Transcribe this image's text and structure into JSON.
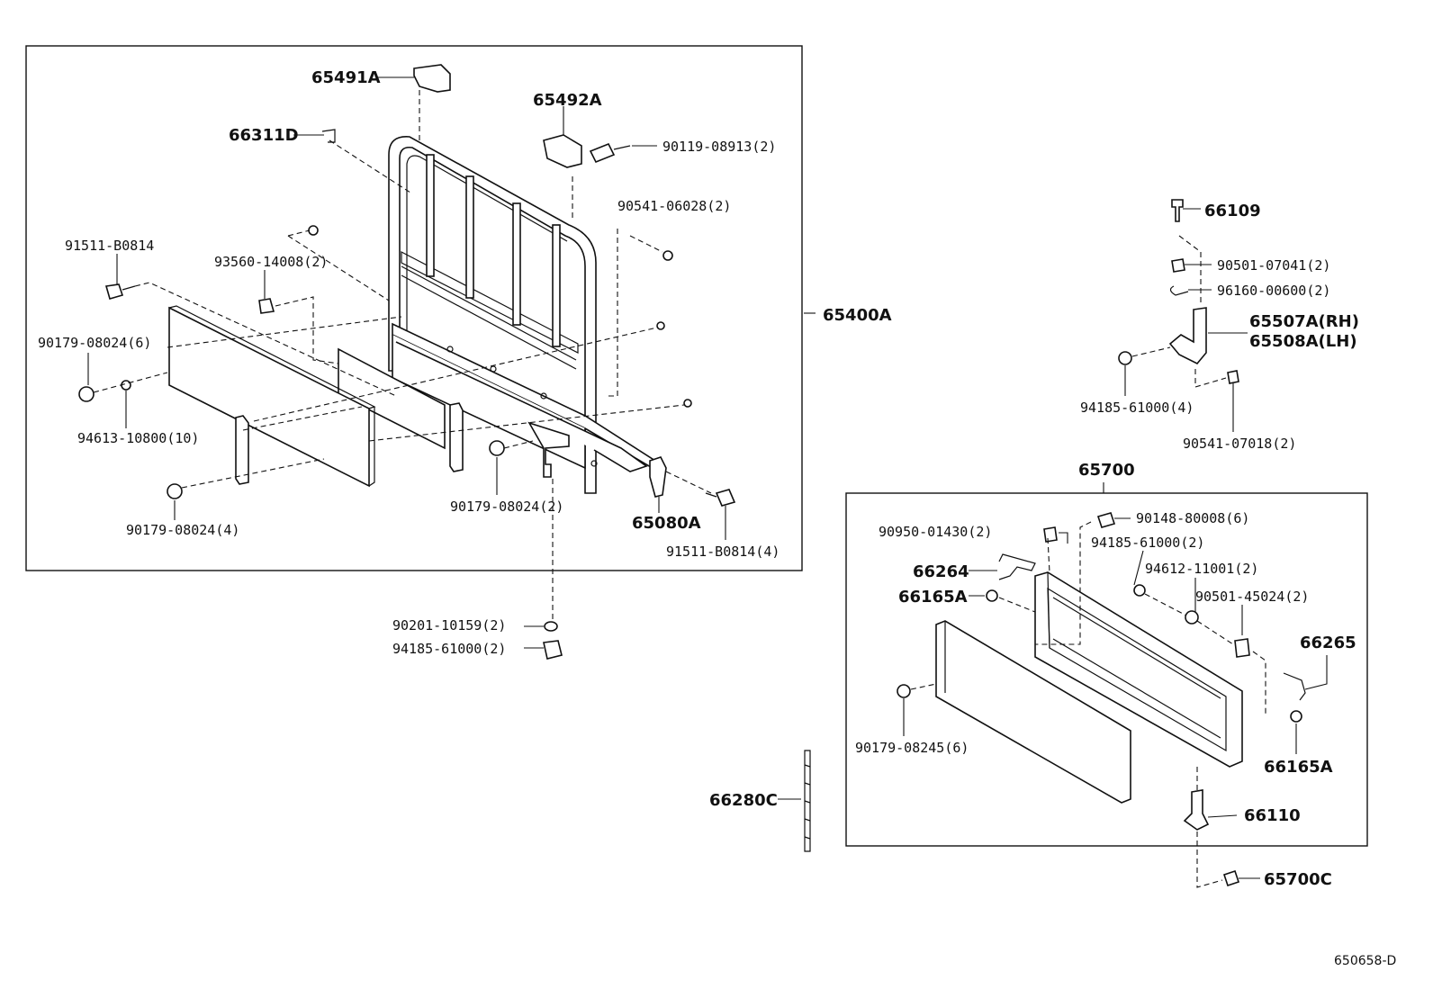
{
  "labels": {
    "p65491A": "65491A",
    "p65492A": "65492A",
    "p66311D": "66311D",
    "p90119_08913": "90119-08913(2)",
    "p90541_06028": "90541-06028(2)",
    "p91511_B0814": "91511-B0814",
    "p93560_14008": "93560-14008(2)",
    "p90179_08024_6": "90179-08024(6)",
    "p94613_10800": "94613-10800(10)",
    "p90179_08024_4": "90179-08024(4)",
    "p90179_08024_2": "90179-08024(2)",
    "p65080A": "65080A",
    "p91511_B0814_4": "91511-B0814(4)",
    "p65400A": "65400A",
    "p90201_10159": "90201-10159(2)",
    "p94185_61000_2a": "94185-61000(2)",
    "p66109": "66109",
    "p90501_07041": "90501-07041(2)",
    "p96160_00600": "96160-00600(2)",
    "p65507A": "65507A(RH)",
    "p65508A": "65508A(LH)",
    "p94185_61000_4": "94185-61000(4)",
    "p90541_07018": "90541-07018(2)",
    "p65700": "65700",
    "p90950_01430": "90950-01430(2)",
    "p90148_80008": "90148-80008(6)",
    "p94185_61000_2b": "94185-61000(2)",
    "p66264": "66264",
    "p94612_11001": "94612-11001(2)",
    "p66165A_a": "66165A",
    "p90501_45024": "90501-45024(2)",
    "p66265": "66265",
    "p90179_08245": "90179-08245(6)",
    "p66165A_b": "66165A",
    "p66280C": "66280C",
    "p66110": "66110",
    "p65700C": "65700C"
  },
  "drawing_ref": "650658-D"
}
